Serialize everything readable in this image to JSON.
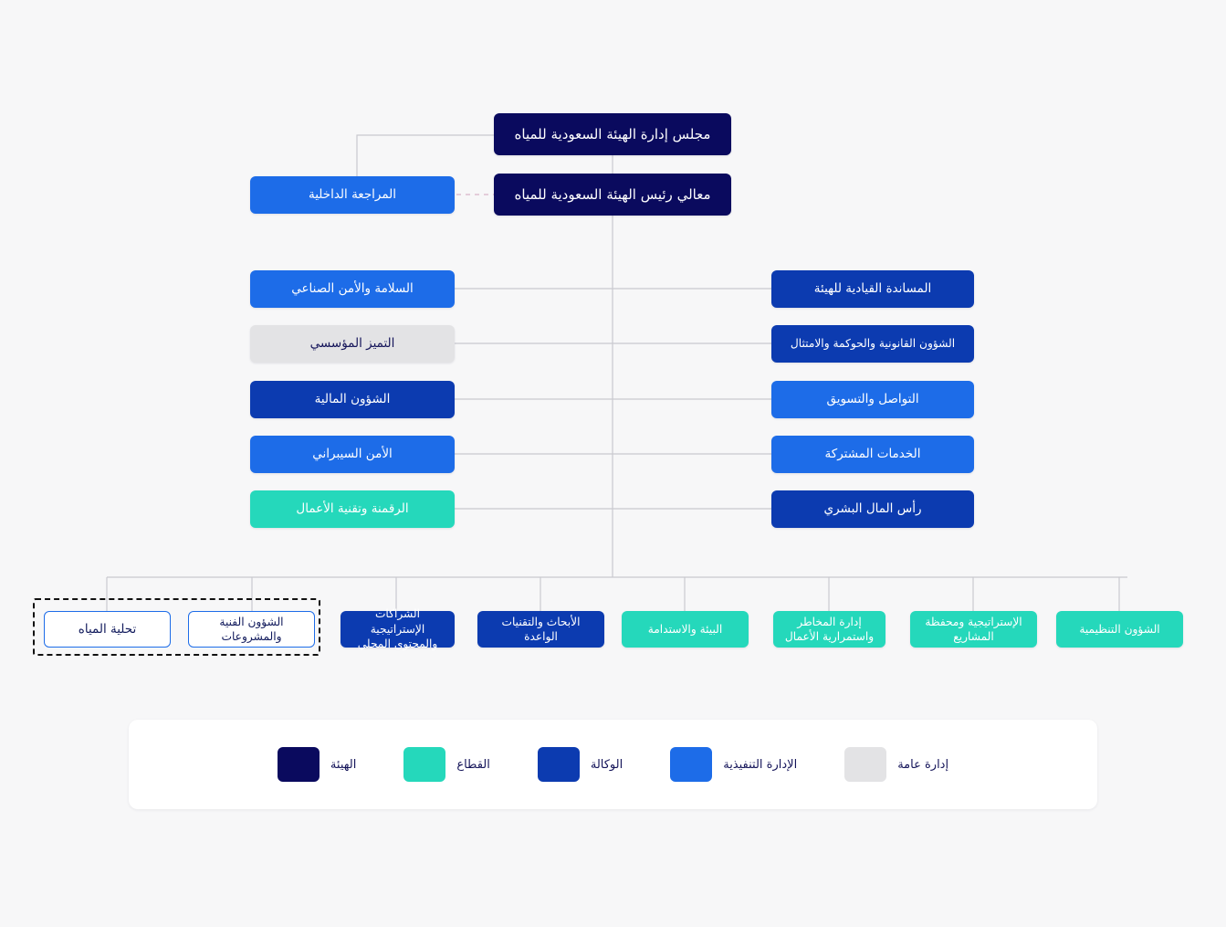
{
  "colors": {
    "background": "#f7f7f8",
    "authority_navy": "#0a0a5e",
    "agency_blue": "#0c3bb0",
    "executive_blue": "#1d6ce8",
    "sector_teal": "#25d8bb",
    "general_gray": "#e3e3e5",
    "connector_line": "#c9c9cf",
    "dashed_group_border": "#111111"
  },
  "top": {
    "board": "مجلس إدارة الهيئة السعودية للمياه",
    "president": "معالي رئيس الهيئة السعودية للمياه",
    "internal_audit": "المراجعة الداخلية"
  },
  "left_column": [
    {
      "label": "السلامة والأمن الصناعي",
      "category": "executive"
    },
    {
      "label": "التميز المؤسسي",
      "category": "general"
    },
    {
      "label": "الشؤون المالية",
      "category": "agency"
    },
    {
      "label": "الأمن السيبراني",
      "category": "executive"
    },
    {
      "label": "الرقمنة وتقنية الأعمال",
      "category": "sector"
    }
  ],
  "right_column": [
    {
      "label": "المساندة القيادية للهيئة",
      "category": "agency"
    },
    {
      "label": "الشؤون القانونية والحوكمة والامتثال",
      "category": "agency"
    },
    {
      "label": "التواصل والتسويق",
      "category": "executive"
    },
    {
      "label": "الخدمات المشتركة",
      "category": "executive"
    },
    {
      "label": "رأس المال البشري",
      "category": "agency"
    }
  ],
  "bottom_row": [
    {
      "label": "تحلية المياه",
      "category": "outline"
    },
    {
      "label": "الشؤون الفنية والمشروعات",
      "category": "outline"
    },
    {
      "label": "الشراكات الإستراتيجية والمحتوى المحلي",
      "category": "agency"
    },
    {
      "label": "الأبحاث والتقنيات الواعدة",
      "category": "agency"
    },
    {
      "label": "البيئة والاستدامة",
      "category": "sector"
    },
    {
      "label": "إدارة المخاطر واستمرارية الأعمال",
      "category": "sector"
    },
    {
      "label": "الإستراتيجية ومحفظة المشاريع",
      "category": "sector"
    },
    {
      "label": "الشؤون التنظيمية",
      "category": "sector"
    }
  ],
  "legend": {
    "items": [
      {
        "label": "إدارة عامة",
        "color": "#e3e3e5"
      },
      {
        "label": "الإدارة التنفيذية",
        "color": "#1d6ce8"
      },
      {
        "label": "الوكالة",
        "color": "#0c3bb0"
      },
      {
        "label": "القطاع",
        "color": "#25d8bb"
      },
      {
        "label": "الهيئة",
        "color": "#0a0a5e"
      }
    ]
  }
}
